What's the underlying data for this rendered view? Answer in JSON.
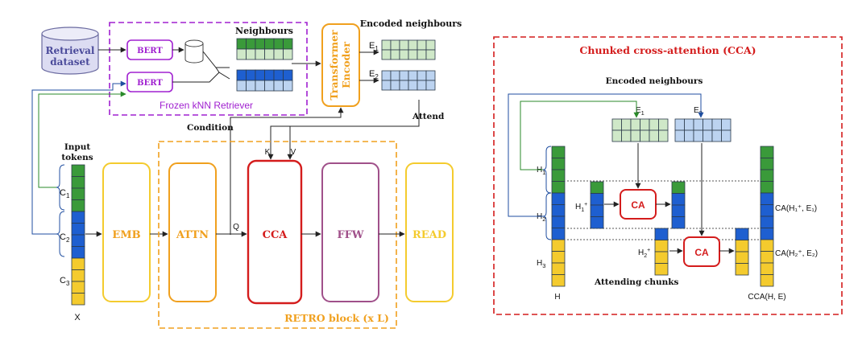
{
  "colors": {
    "green": "#3a9a3a",
    "blue": "#1e5fd0",
    "yellow": "#f4cb2e",
    "light_green": "#cfe8c8",
    "light_blue": "#bcd3f0",
    "purple": "#b028c8",
    "orange": "#f0a01e",
    "red": "#d41c1c",
    "mauve": "#a0508a",
    "lavender_fill": "#dcdcf2",
    "retriever_box": "#a020d0",
    "arrow_blue": "#1f4ea0",
    "arrow_green": "#2a8a2a"
  },
  "left": {
    "retrieval_dataset": [
      "Retrieval",
      "dataset"
    ],
    "bert_top": "BERT",
    "bert_bottom": "BERT",
    "neighbours": "Neighbours",
    "frozen_retriever": "Frozen kNN Retriever",
    "transformer_encoder": [
      "Transformer",
      "Encoder"
    ],
    "encoded_neighbours": "Encoded neighbours",
    "e1_base": "E",
    "e1_sub": "1",
    "e2_base": "E",
    "e2_sub": "2",
    "attend": "Attend",
    "condition": "Condition",
    "input_tokens": [
      "Input",
      "tokens"
    ],
    "c1_base": "C",
    "c1_sub": "1",
    "c2_base": "C",
    "c2_sub": "2",
    "c3_base": "C",
    "c3_sub": "3",
    "x_label": "X",
    "emb": "EMB",
    "attn": "ATTN",
    "cca": "CCA",
    "ffw": "FFW",
    "read": "READ",
    "q": "Q",
    "k": "K",
    "v": "V",
    "retro_block": "RETRO block (x L)"
  },
  "right": {
    "title": "Chunked cross-attention (CCA)",
    "encoded_neighbours": "Encoded neighbours",
    "e1_base": "E",
    "e1_sub": "1",
    "e2_base": "E",
    "e2_sub": "2",
    "h1_base": "H",
    "h1_sub": "1",
    "h2_base": "H",
    "h2_sub": "2",
    "h3_base": "H",
    "h3_sub": "3",
    "h1p_base": "H",
    "h1p_sub": "1",
    "h1p_sup": "+",
    "h2p_base": "H",
    "h2p_sub": "2",
    "h2p_sup": "+",
    "ca_top": "CA",
    "ca_bottom": "CA",
    "ca1_label": "CA(H₁⁺, E₁)",
    "ca2_label": "CA(H₂⁺, E₂)",
    "attending_chunks": "Attending chunks",
    "h_label": "H",
    "cca_label": "CCA(H, E)"
  }
}
